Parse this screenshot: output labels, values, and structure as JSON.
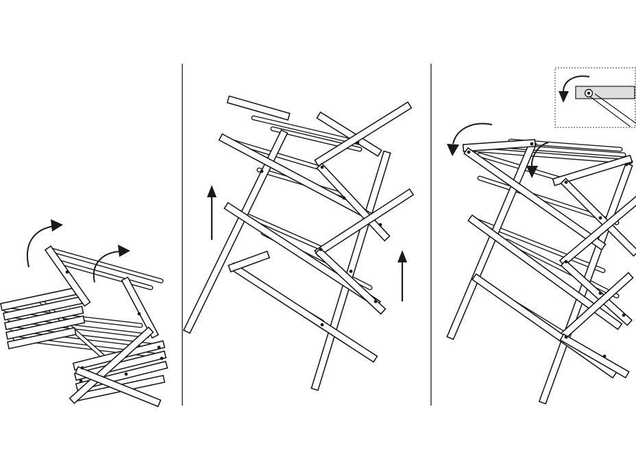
{
  "figure": {
    "panels": [
      {
        "id": "step-1",
        "state": "folded"
      },
      {
        "id": "step-2",
        "state": "unfolding"
      },
      {
        "id": "step-3",
        "state": "open"
      }
    ],
    "arrows": [
      {
        "panel": "step-1",
        "kind": "curved",
        "icon": "curved-arrow-icon"
      },
      {
        "panel": "step-1",
        "kind": "curved",
        "icon": "curved-arrow-icon"
      },
      {
        "panel": "step-2",
        "kind": "straight-up",
        "icon": "arrow-up-icon"
      },
      {
        "panel": "step-2",
        "kind": "straight-up",
        "icon": "arrow-up-icon"
      },
      {
        "panel": "step-3",
        "kind": "curved",
        "icon": "curved-arrow-icon"
      },
      {
        "panel": "step-3",
        "kind": "curved",
        "icon": "curved-arrow-icon"
      }
    ],
    "inset": {
      "panel": "step-3",
      "detail": "hinge-rotation",
      "icon": "zoom-detail-icon"
    },
    "colors": {
      "line": "#1a1a1a",
      "fill": "#ffffff",
      "divider": "#444444"
    }
  }
}
